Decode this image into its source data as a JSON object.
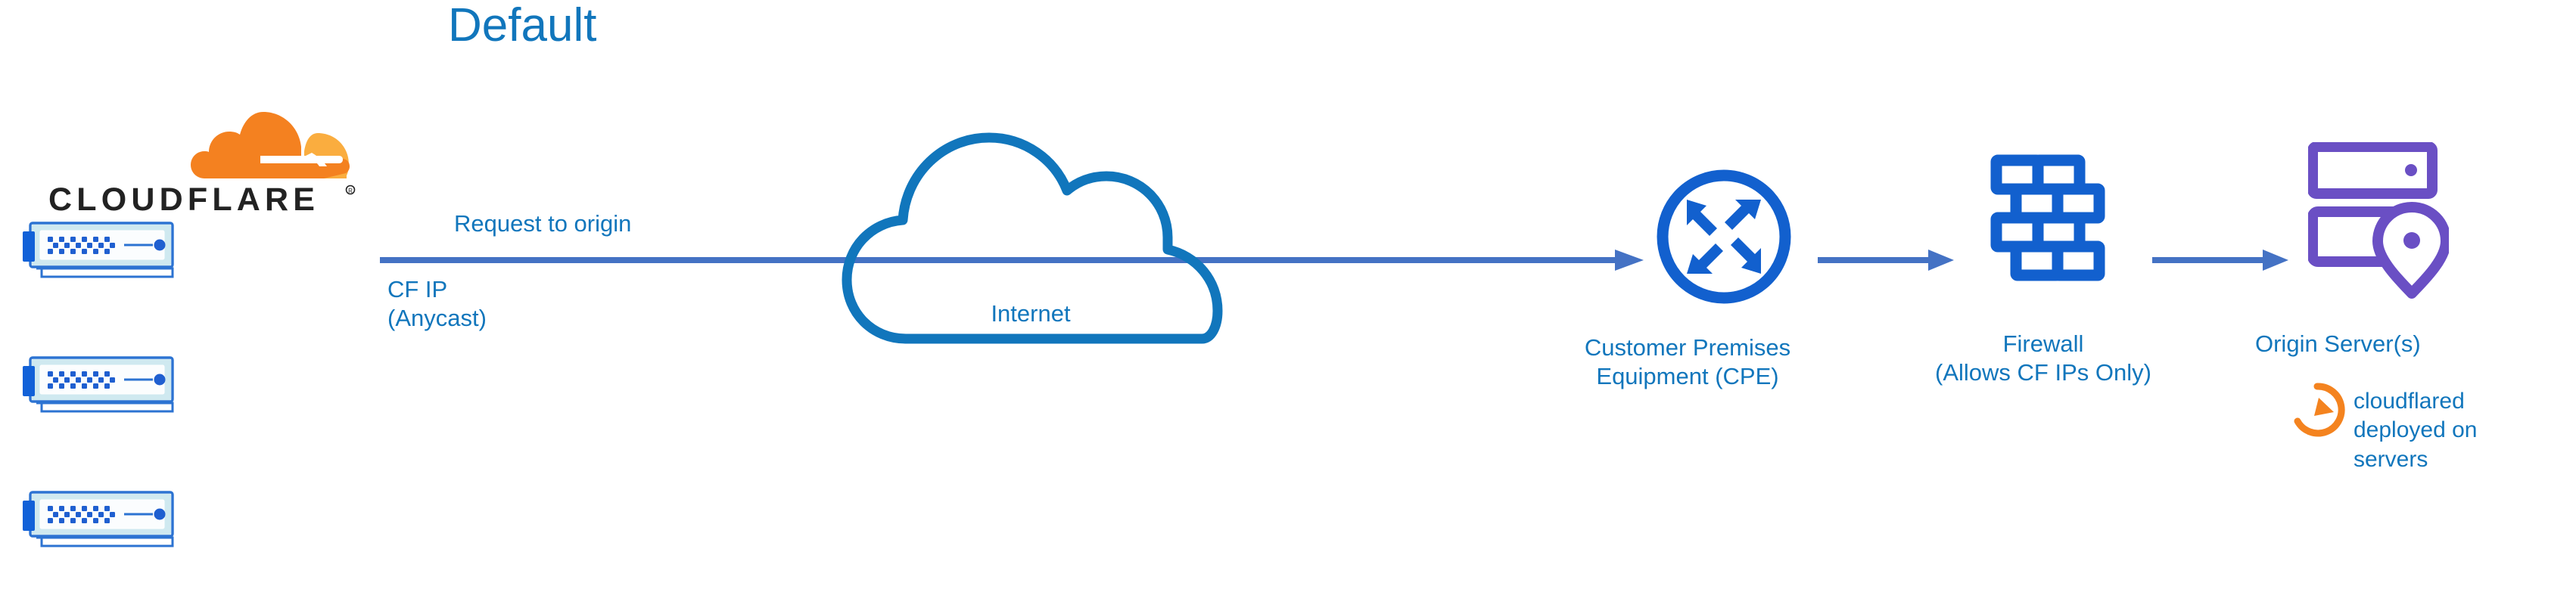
{
  "title": "Default",
  "colors": {
    "heading_blue": "#1176BC",
    "label_blue": "#1176BC",
    "arrow_blue": "#4472C4",
    "icon_blue": "#1260CE",
    "cloud_stroke": "#1176BC",
    "origin_purple": "#6A4FC4",
    "cloudflare_orange": "#F48120",
    "cloudflare_orange_light": "#FAAD3F",
    "wordmark_black": "#222222",
    "server_body": "#F7FBFC",
    "server_fill": "#CFE9F0",
    "server_stroke": "#2C73D2",
    "server_tab": "#1161D8",
    "server_dot": "#1F5FD0",
    "background": "#FFFFFF"
  },
  "brand": {
    "logo_icon": "cloudflare-cloud-logo",
    "wordmark": "CLOUDFLARE",
    "registered_mark": "®"
  },
  "servers": {
    "count": 3,
    "icon": "server-rack-icon",
    "items": [
      {
        "name": "cloudflare-edge-server-1"
      },
      {
        "name": "cloudflare-edge-server-2"
      },
      {
        "name": "cloudflare-edge-server-3"
      }
    ]
  },
  "labels": {
    "request_to_origin": "Request to origin",
    "cf_ip": "CF IP\n(Anycast)",
    "internet": "Internet",
    "cpe": "Customer Premises\nEquipment (CPE)",
    "firewall": "Firewall\n(Allows CF IPs Only)",
    "origin_server": "Origin Server(s)",
    "cloudflared": "cloudflared\ndeployed on\nservers"
  },
  "nodes": [
    {
      "id": "cloudflare-edge",
      "label": "CLOUDFLARE",
      "icon": "server-rack-icon"
    },
    {
      "id": "internet",
      "label": "Internet",
      "icon": "cloud-outline-icon"
    },
    {
      "id": "cpe",
      "label": "Customer Premises Equipment (CPE)",
      "icon": "router-icon"
    },
    {
      "id": "firewall",
      "label": "Firewall (Allows CF IPs Only)",
      "icon": "brick-wall-icon"
    },
    {
      "id": "origin",
      "label": "Origin Server(s)",
      "icon": "origin-server-icon"
    }
  ],
  "connections": [
    {
      "from": "cloudflare-edge",
      "to": "cpe",
      "label": "Request to origin",
      "style": "solid-arrow"
    },
    {
      "from": "cpe",
      "to": "firewall",
      "label": "",
      "style": "solid-arrow"
    },
    {
      "from": "firewall",
      "to": "origin",
      "label": "",
      "style": "solid-arrow"
    }
  ],
  "annotations": [
    {
      "icon": "sync-arrow-icon",
      "text": "cloudflared deployed on servers",
      "color": "#F48120"
    }
  ]
}
